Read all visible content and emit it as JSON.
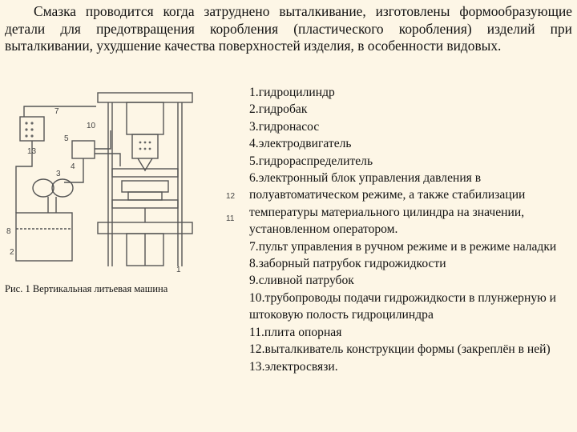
{
  "intro_text": "Смазка проводится когда затруднено выталкивание, изготовлены формообразующие детали для предотвращения коробления (пластического коробления) изделий при выталкивании, ухудшение качества поверхностей изделия, в особенности видовых.",
  "figure": {
    "caption": "Рис. 1 Вертикальная литьевая машина",
    "labels": [
      "7",
      "10",
      "5",
      "13",
      "4",
      "3",
      "12",
      "11",
      "8",
      "2",
      "1"
    ]
  },
  "legend": [
    "1.гидроцилиндр",
    "2.гидробак",
    "3.гидронасос",
    "4.электродвигатель",
    "5.гидрораспределитель",
    "6.электронный блок управления давления в полуавтоматическом режиме, а также стабилизации температуры материального цилиндра на значении, установленном оператором.",
    "7.пульт управления в ручном режиме и в режиме наладки",
    "8.заборный патрубок гидрожидкости",
    "9.сливной патрубок",
    "10.трубопроводы подачи гидрожидкости в плунжерную и штоковую полость гидроцилиндра",
    "11.плита опорная",
    "12.выталкиватель конструкции формы (закреплён в ней)",
    "13.электросвязи."
  ]
}
